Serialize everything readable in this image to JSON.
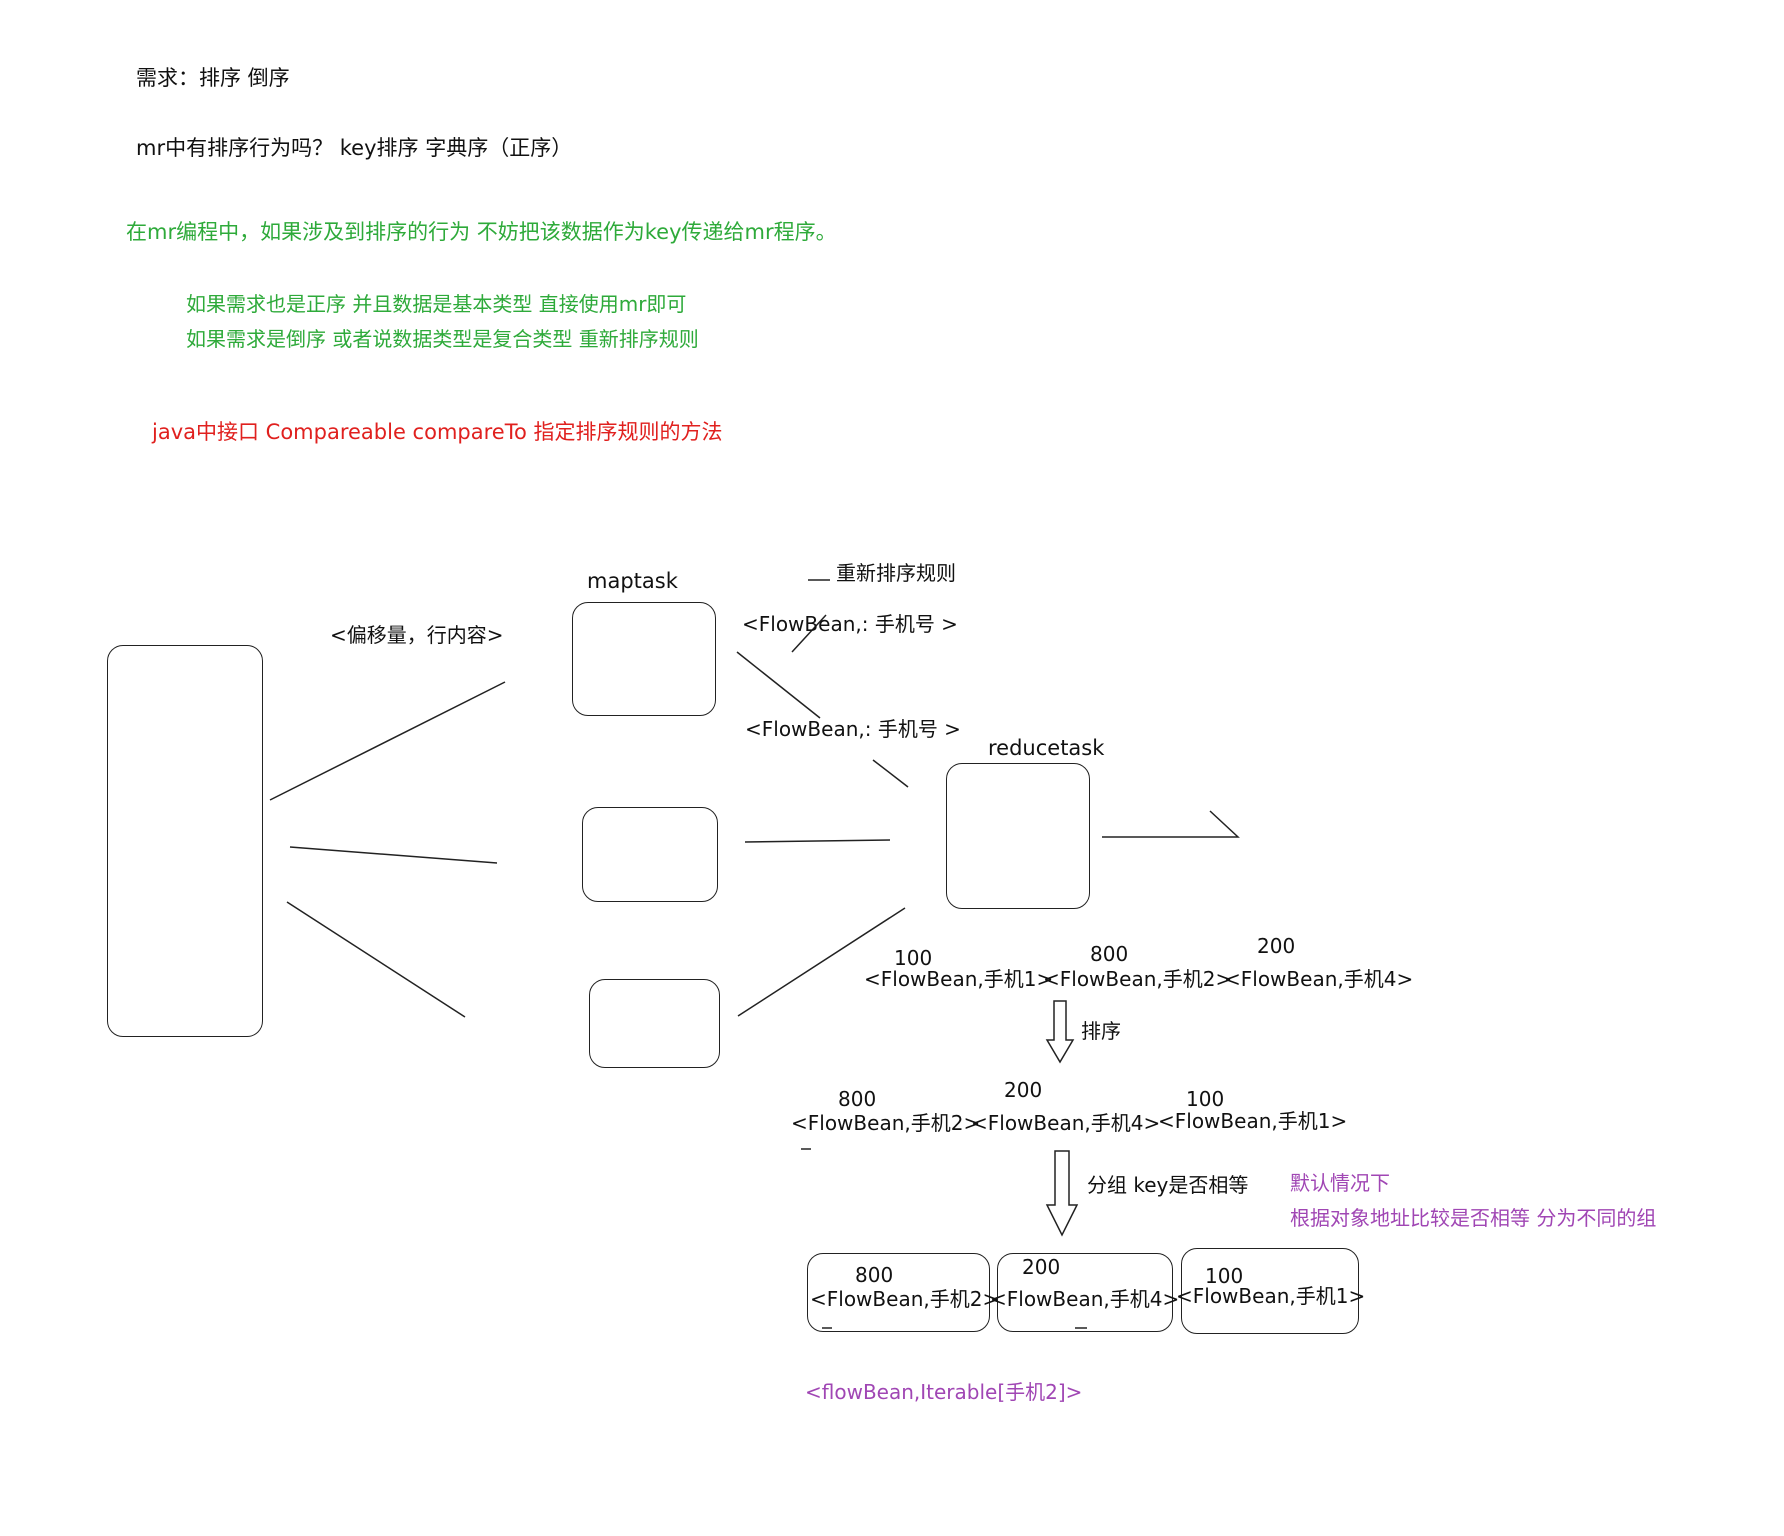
{
  "notes": {
    "line1": "需求：排序 倒序",
    "line2": "mr中有排序行为吗？ key排序 字典序（正序）",
    "green1": "在mr编程中，如果涉及到排序的行为 不妨把该数据作为key传递给mr程序。",
    "green2": "如果需求也是正序 并且数据是基本类型  直接使用mr即可",
    "green3": "如果需求是倒序  或者说数据类型是复合类型    重新排序规则",
    "red1": "java中接口  Compareable      compareTo  指定排序规则的方法"
  },
  "diagram": {
    "maptask_label": "maptask",
    "reducetask_label": "reducetask",
    "input_kv": "<偏移量，行内容>",
    "resort_note": "重新排序规则",
    "kv_out1": "<FlowBean,: 手机号     >",
    "kv_out2": "<FlowBean,: 手机号     >",
    "row1": [
      {
        "num": "100",
        "kv": "<FlowBean,手机1>"
      },
      {
        "num": "800",
        "kv": "<FlowBean,手机2>"
      },
      {
        "num": "200",
        "kv": "<FlowBean,手机4>"
      }
    ],
    "sort_label": "排序",
    "row2": [
      {
        "num": "800",
        "kv": "<FlowBean,手机2>"
      },
      {
        "num": "200",
        "kv": "<FlowBean,手机4>"
      },
      {
        "num": "100",
        "kv": "<FlowBean,手机1>"
      }
    ],
    "group_label": "分组  key是否相等",
    "default_note1": "默认情况下",
    "default_note2": "根据对象地址比较是否相等   分为不同的组",
    "groups": [
      {
        "num": "800",
        "kv": "<FlowBean,手机2>"
      },
      {
        "num": "200",
        "kv": "<FlowBean,手机4>"
      },
      {
        "num": "100",
        "kv": "<FlowBean,手机1>"
      }
    ],
    "result": "<flowBean,Iterable[手机2]>"
  },
  "colors": {
    "green": "#2eaa3a",
    "red": "#e0201e",
    "purple": "#a046b4",
    "stroke": "#222222"
  }
}
